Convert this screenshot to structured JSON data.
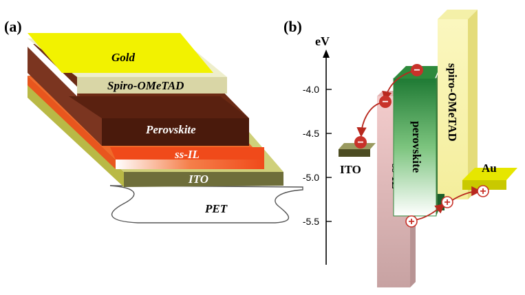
{
  "panels": {
    "a": "(a)",
    "b": "(b)"
  },
  "stack_layers": {
    "gold": "Gold",
    "spiro": "Spiro-OMeTAD",
    "perovskite": "Perovskite",
    "ssil": "ss-IL",
    "ito": "ITO",
    "pet": "PET"
  },
  "energy_axis": {
    "unit": "eV",
    "ticks": [
      {
        "value": -4.0,
        "label": "-4.0"
      },
      {
        "value": -4.5,
        "label": "-4.5"
      },
      {
        "value": -5.0,
        "label": "-5.0"
      },
      {
        "value": -5.5,
        "label": "-5.5"
      }
    ]
  },
  "bands": {
    "ito": "ITO",
    "ssil": "ss-IL",
    "perovskite": "perovskite",
    "spiro": "spiro-OMeTAD",
    "au": "Au"
  },
  "charges": {
    "electron": "−",
    "hole": "+"
  },
  "colors": {
    "gold": "#f2f200",
    "spiro": "#d9d6a6",
    "perovskite": "#5e2410",
    "ssil": "#f04a1a",
    "ito": "#6e6e3a",
    "pet": "#ffffff",
    "electron": "#c8322a",
    "hole": "#ffffff",
    "arrow": "#b8281e"
  }
}
